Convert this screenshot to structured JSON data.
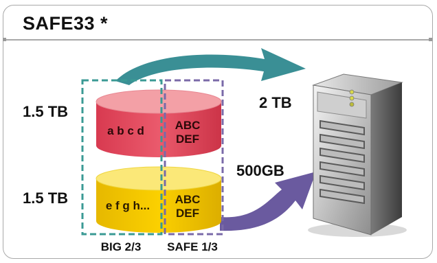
{
  "title": "SAFE33 *",
  "disks": [
    {
      "size_label": "1.5 TB",
      "big_text": "a b c d",
      "safe_text": [
        "ABC",
        "DEF"
      ],
      "color": "#e0485f"
    },
    {
      "size_label": "1.5 TB",
      "big_text": "e f g h...",
      "safe_text": [
        "ABC",
        "DEF"
      ],
      "color": "#f2c800"
    }
  ],
  "columns": {
    "big_label": "BIG 2/3",
    "safe_label": "SAFE 1/3",
    "big_color": "#3a9a94",
    "safe_color": "#7a6aa8"
  },
  "destinations": {
    "big_target": "2 TB",
    "safe_target": "500GB",
    "big_arrow_color": "#3a8f95",
    "safe_arrow_color": "#6a5a9f"
  },
  "server_icon": "server-tower-icon"
}
